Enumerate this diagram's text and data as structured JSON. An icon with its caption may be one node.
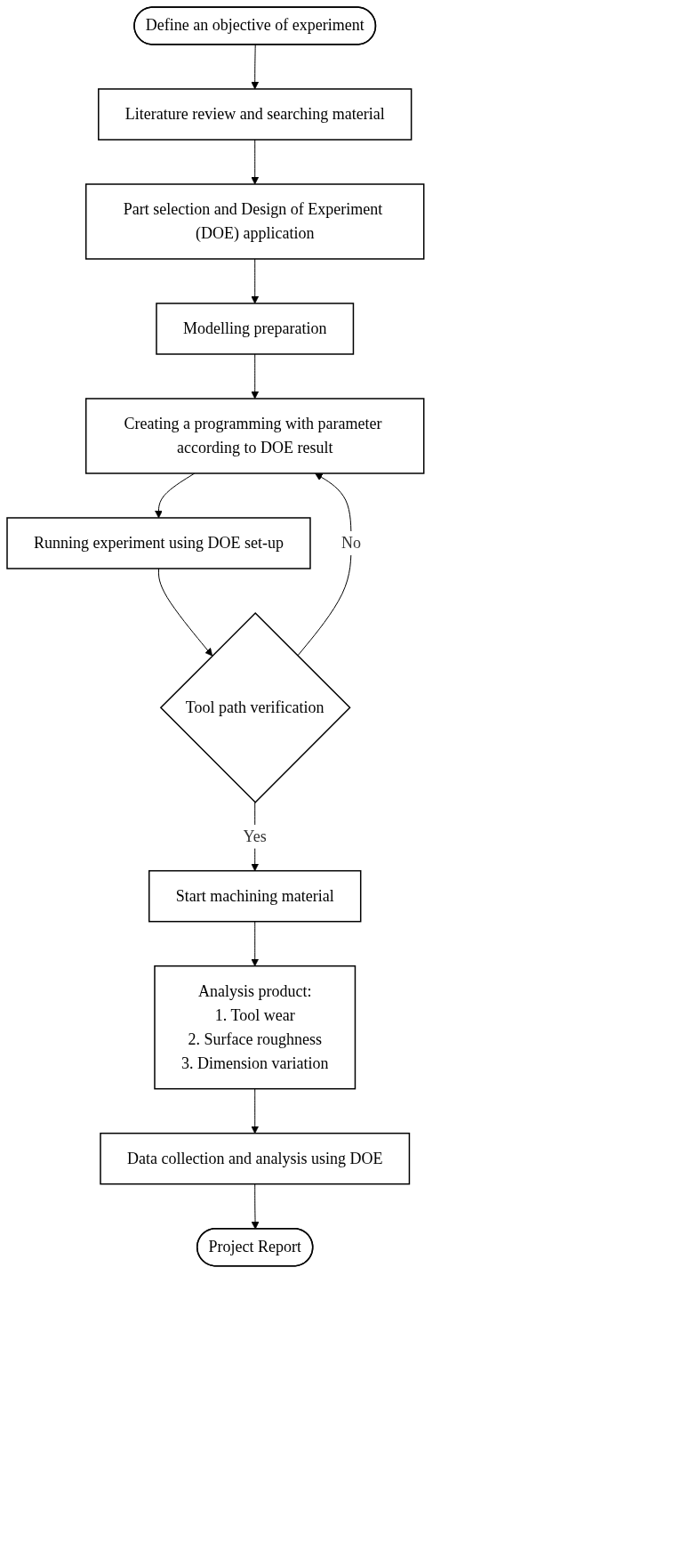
{
  "diagram": {
    "nodes": [
      {
        "text": [
          "Define an objective of experiment"
        ]
      },
      {
        "text": [
          "Literature review and searching material"
        ]
      },
      {
        "text": [
          "Part selection and Design of Experiment (DOE) application"
        ]
      },
      {
        "text": [
          "Modelling preparation"
        ]
      },
      {
        "text": [
          "Creating a programming with parameter according to DOE result"
        ]
      },
      {
        "text": [
          "Running experiment using DOE set-up"
        ]
      },
      {
        "text": [
          "Tool path verification"
        ]
      },
      {
        "text": [
          "Start machining material"
        ]
      },
      {
        "text": [
          "Analysis product:",
          "1. Tool wear",
          "2. Surface roughness",
          "3. Dimension variation"
        ]
      },
      {
        "text": [
          "Data collection and analysis using DOE"
        ]
      },
      {
        "text": [
          "Project Report"
        ]
      }
    ],
    "edges": [
      {
        "from": 0,
        "to": 1,
        "arrow": "to"
      },
      {
        "from": 1,
        "to": 2,
        "arrow": "to"
      },
      {
        "from": 2,
        "to": 3,
        "arrow": "to"
      },
      {
        "from": 3,
        "to": 4,
        "arrow": "to"
      },
      {
        "from": 4,
        "to": 5,
        "arrow": "to"
      },
      {
        "from": 5,
        "to": 6,
        "arrow": "to"
      },
      {
        "from": 6,
        "to": 7,
        "arrow": "to",
        "label": "Yes"
      },
      {
        "from": 6,
        "to": 4,
        "arrow": "to",
        "label": "No"
      },
      {
        "from": 7,
        "to": 8,
        "arrow": "to"
      },
      {
        "from": 8,
        "to": 9,
        "arrow": "to"
      },
      {
        "from": 9,
        "to": 10,
        "arrow": "to"
      }
    ]
  }
}
